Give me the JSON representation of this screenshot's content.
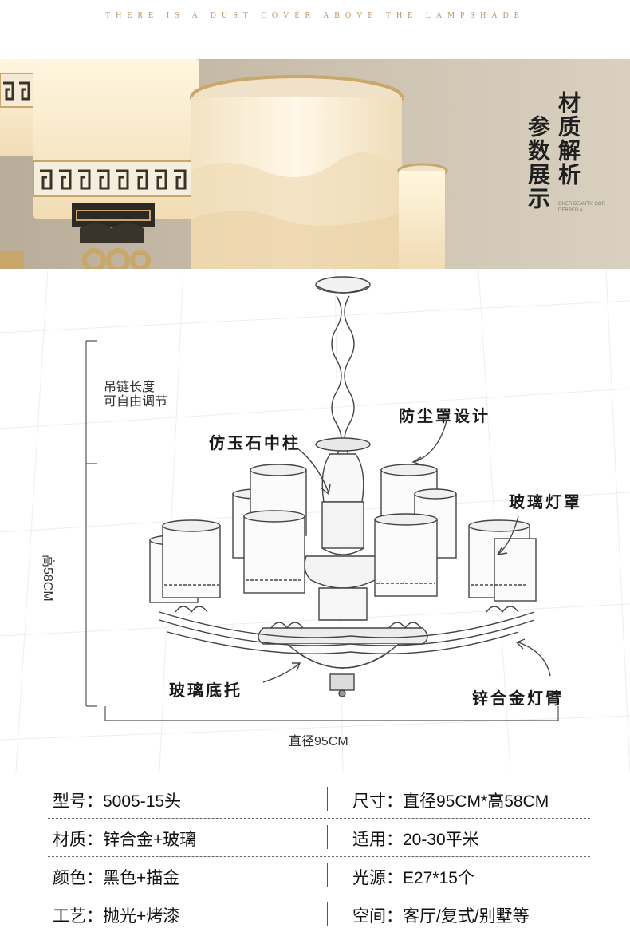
{
  "header": {
    "caption": "THERE IS A DUST COVER ABOVE THE LAMPSHADE"
  },
  "banner": {
    "title_col1": "材质解析",
    "title_col2": "参数展示",
    "small_text": "ONER BEAUTY, COR DERRED A"
  },
  "diagram": {
    "chain_label_line1": "吊链长度",
    "chain_label_line2": "可自由调节",
    "height_label": "高58CM",
    "width_label": "直径95CM",
    "callouts": {
      "dust_cover": "防尘罩设计",
      "jade_column": "仿玉石中柱",
      "glass_shade": "玻璃灯罩",
      "glass_base": "玻璃底托",
      "zinc_arm": "锌合金灯臂"
    }
  },
  "specs": {
    "rows": [
      {
        "left": "型号：5005-15头",
        "right": "尺寸：直径95CM*高58CM"
      },
      {
        "left": "材质：锌合金+玻璃",
        "right": "适用：20-30平米"
      },
      {
        "left": "颜色：黑色+描金",
        "right": "光源：E27*15个"
      },
      {
        "left": "工艺：抛光+烤漆",
        "right": "空间：客厅/复式/别墅等"
      }
    ]
  },
  "colors": {
    "gold": "#b8966a",
    "banner_bg": "#c9bca8",
    "lamp_glow": "#f6ead0"
  }
}
